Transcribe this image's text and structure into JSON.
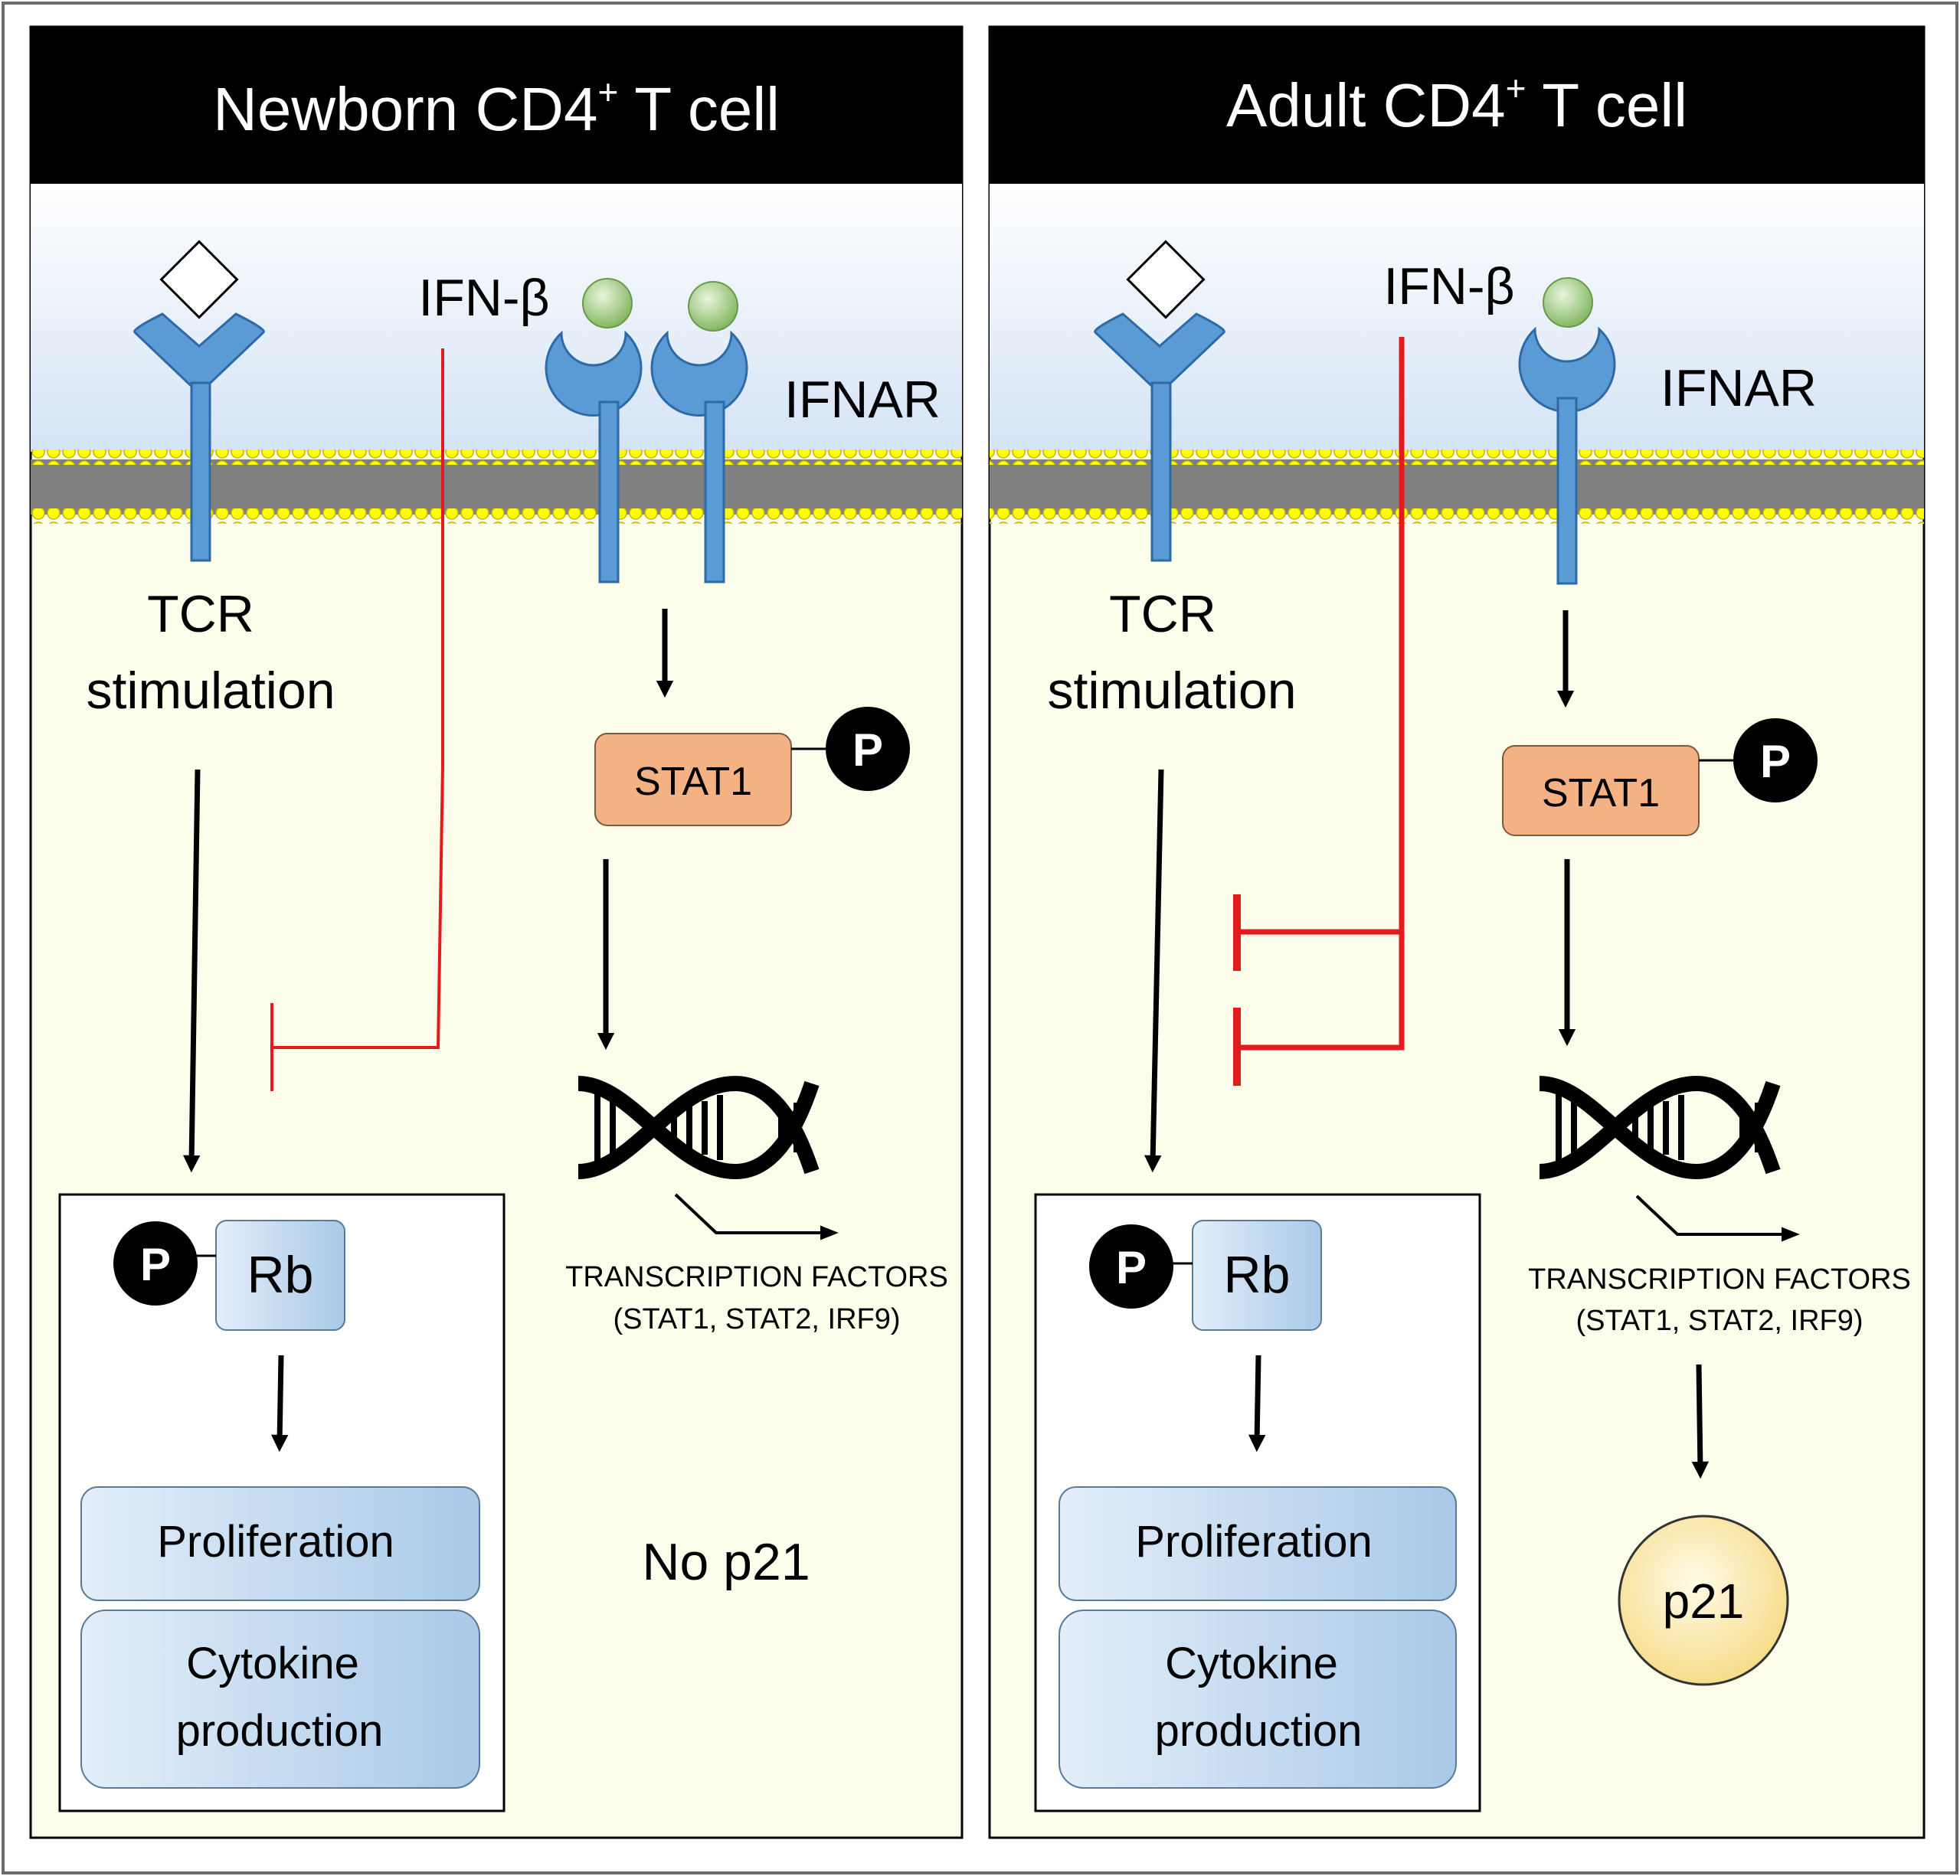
{
  "panels": [
    {
      "id": "newborn",
      "title_main": "Newborn CD4",
      "title_sup": "+",
      "title_rest": " T cell",
      "ifn_label": "IFN-β",
      "receptor_label": "IFNAR",
      "tcr_line1": "TCR",
      "tcr_line2": "stimulation",
      "stat_label": "STAT1",
      "phospho_label": "P",
      "tf_line1": "TRANSCRIPTION FACTORS",
      "tf_line2": "(STAT1, STAT2, IRF9)",
      "rb_label": "Rb",
      "proliferation_label": "Proliferation",
      "cytokine_line1": "Cytokine",
      "cytokine_line2": "production",
      "outcome_label": "No p21"
    },
    {
      "id": "adult",
      "title_main": "Adult CD4",
      "title_sup": "+",
      "title_rest": " T cell",
      "ifn_label": "IFN-β",
      "receptor_label": "IFNAR",
      "tcr_line1": "TCR",
      "tcr_line2": "stimulation",
      "stat_label": "STAT1",
      "phospho_label": "P",
      "tf_line1": "TRANSCRIPTION FACTORS",
      "tf_line2": "(STAT1, STAT2, IRF9)",
      "rb_label": "Rb",
      "proliferation_label": "Proliferation",
      "cytokine_line1": "Cytokine",
      "cytokine_line2": "production",
      "outcome_label": "p21"
    }
  ],
  "colors": {
    "receptor": "#5b9bd5",
    "receptor_stroke": "#2e6aa8",
    "inhibition": "#e41a1c",
    "stat": "#f4b183",
    "ligand": "#a9d18e",
    "membrane_lipid": "#ffff00",
    "membrane_core": "#808080",
    "cytoplasm": "#fdfdeb",
    "extracellular_top": "#ffffff",
    "extracellular_bottom": "#d6e4f4",
    "outcome_box": "#bdd7ee",
    "p21": "#ffe699"
  }
}
